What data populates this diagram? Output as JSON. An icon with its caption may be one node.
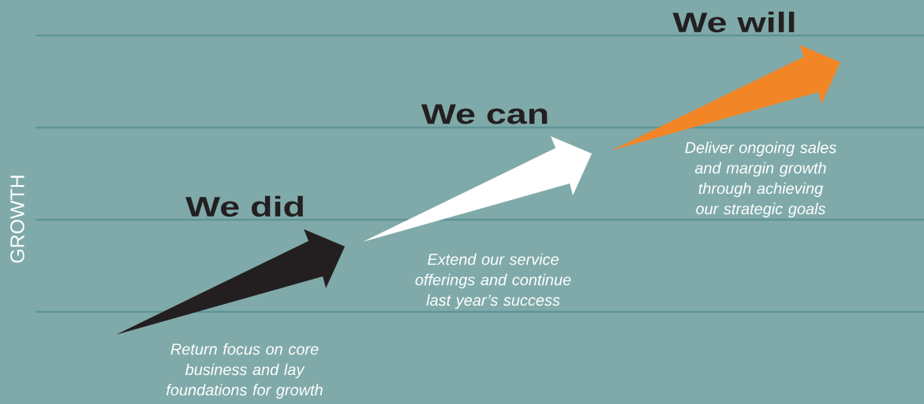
{
  "diagram": {
    "labels": [
      "We will",
      "We can",
      "We did",
      "GROWTH",
      "Deliver ongoing sales and margin growth through achieving our strategic goals",
      "Extend our service offerings and continue last year’s success",
      "Return focus on core business and lay foundations for growth"
    ]
  }
}
